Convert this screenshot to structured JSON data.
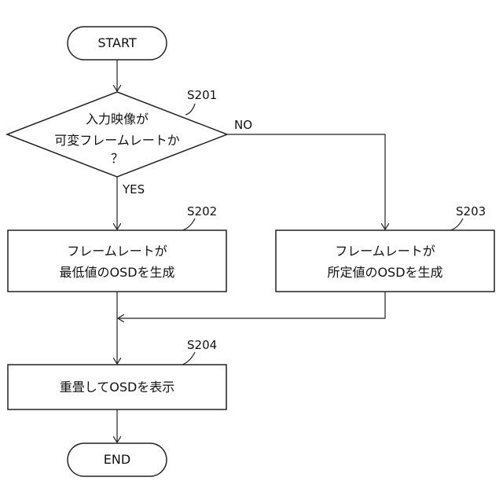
{
  "flowchart": {
    "start": "START",
    "end": "END",
    "decision": {
      "step": "S201",
      "line1": "入力映像が",
      "line2": "可変フレームレートか",
      "line3": "？",
      "no_label": "NO",
      "yes_label": "YES"
    },
    "s202": {
      "step": "S202",
      "line1": "フレームレートが",
      "line2": "最低値のOSDを生成"
    },
    "s203": {
      "step": "S203",
      "line1": "フレームレートが",
      "line2": "所定値のOSDを生成"
    },
    "s204": {
      "step": "S204",
      "line1": "重畳してOSDを表示"
    }
  }
}
